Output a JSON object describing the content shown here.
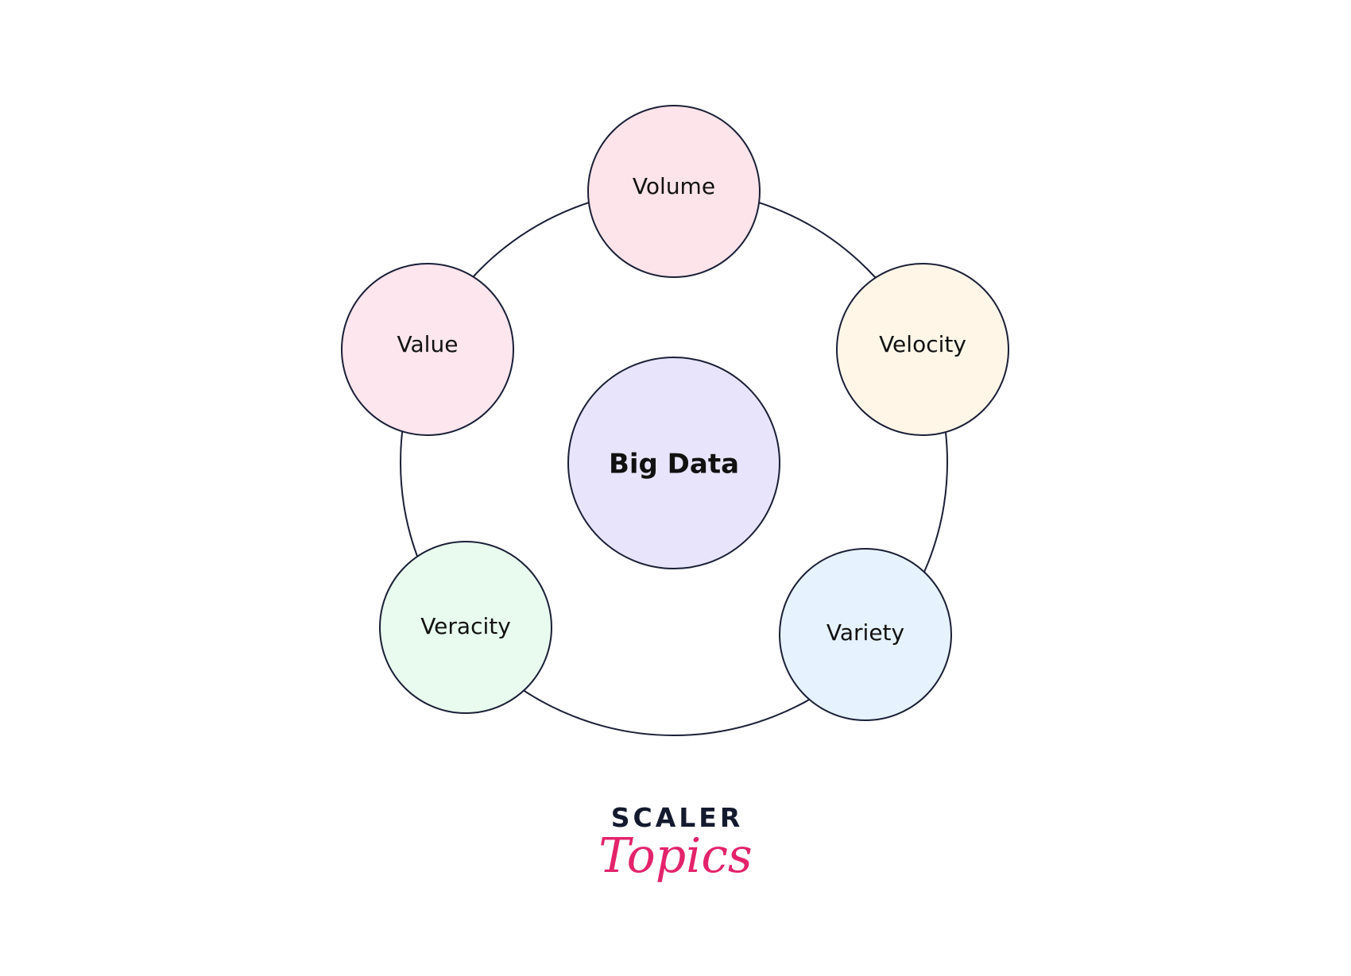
{
  "center": {
    "label": "Big Data",
    "color": "#e8e4fc"
  },
  "nodes": [
    {
      "label": "Volume",
      "color": "#fde4ea"
    },
    {
      "label": "Velocity",
      "color": "#fff6e8"
    },
    {
      "label": "Variety",
      "color": "#e6f2fe"
    },
    {
      "label": "Veracity",
      "color": "#e8fbee"
    },
    {
      "label": "Value",
      "color": "#fde6ee"
    }
  ],
  "logo": {
    "line1": "SCALER",
    "line2": "Topics"
  },
  "stroke_color": "#1a1f36"
}
